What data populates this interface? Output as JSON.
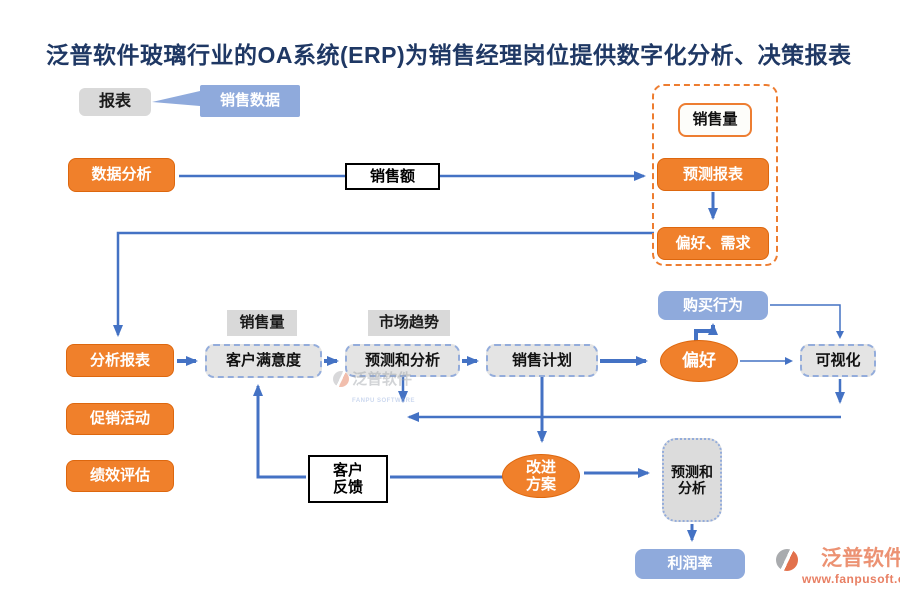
{
  "diagram": {
    "title": "泛普软件玻璃行业的OA系统(ERP)为销售经理岗位提供数字化分析、决策报表",
    "nodes": {
      "report": "报表",
      "sales_data": "销售数据",
      "data_analysis": "数据分析",
      "sales_amount": "销售额",
      "sales_volume_top": "销售量",
      "forecast_report": "预测报表",
      "preference_demand": "偏好、需求",
      "analysis_report": "分析报表",
      "sales_volume_label": "销售量",
      "customer_satisfaction": "客户满意度",
      "market_trend": "市场趋势",
      "forecast_and_analysis": "预测和分析",
      "sales_plan": "销售计划",
      "preference": "偏好",
      "buying_behavior": "购买行为",
      "visualization": "可视化",
      "promotion": "促销活动",
      "performance_evaluation": "绩效评估",
      "customer_feedback": "客户\n反馈",
      "improvement_plan": "改进\n方案",
      "forecast_and_analysis_2": "预测和\n分析",
      "profit_rate": "利润率"
    }
  },
  "watermark": {
    "text": "泛普软件",
    "subtext": "FANPU SOFTWARE"
  },
  "footer": {
    "logo_text": "泛普软件",
    "logo_url": "www.fanpusoft.com"
  },
  "colors": {
    "title": "#1F3864",
    "orange_node": "#F0802B",
    "blue_node": "#8FAADC",
    "arrow": "#4472C4",
    "gray_node": "#D9D9D9",
    "dashed_container": "#ED7D31",
    "logo_orange": "#EC9273"
  }
}
